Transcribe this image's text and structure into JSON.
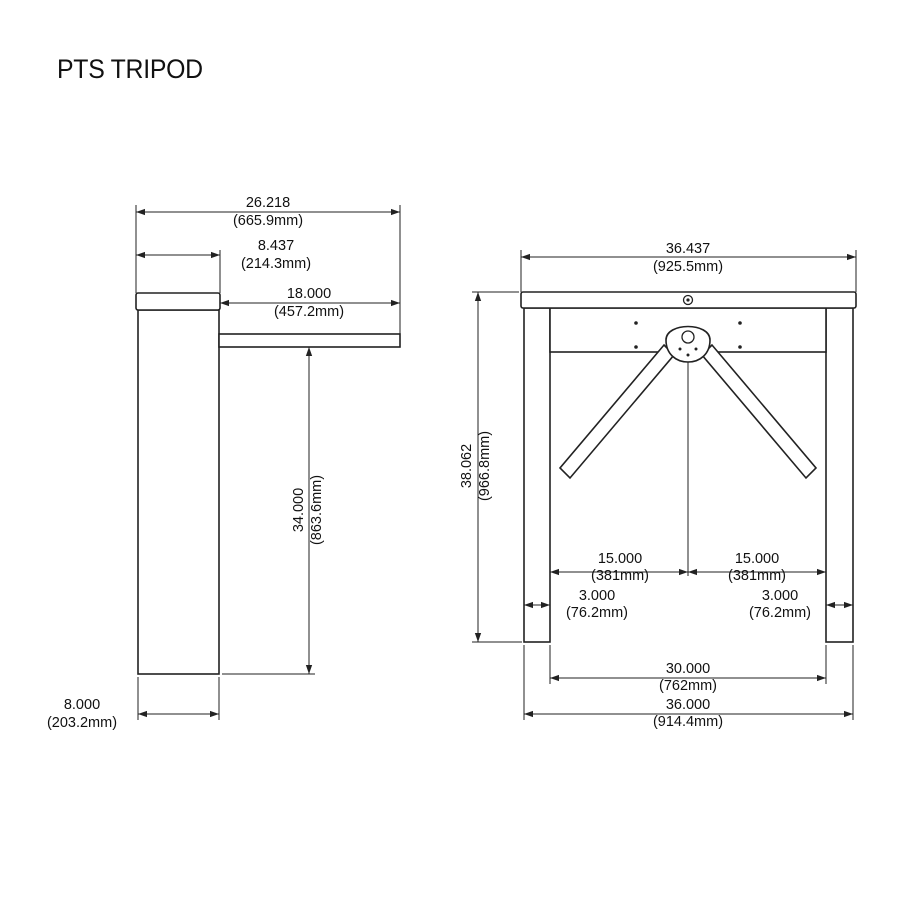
{
  "title": "PTS TRIPOD",
  "side_view": {
    "overall_width": {
      "value": "26.218",
      "metric": "(665.9mm)"
    },
    "top_cap_width": {
      "value": "8.437",
      "metric": "(214.3mm)"
    },
    "arm_length": {
      "value": "18.000",
      "metric": "(457.2mm)"
    },
    "arm_height": {
      "value": "34.000",
      "metric": "(863.6mm)"
    },
    "cabinet_width": {
      "value": "8.000",
      "metric": "(203.2mm)"
    }
  },
  "front_view": {
    "overall_width": {
      "value": "36.437",
      "metric": "(925.5mm)"
    },
    "overall_height": {
      "value": "38.062",
      "metric": "(966.8mm)"
    },
    "half_span_left": {
      "value": "15.000",
      "metric": "(381mm)"
    },
    "half_span_right": {
      "value": "15.000",
      "metric": "(381mm)"
    },
    "leg_left": {
      "value": "3.000",
      "metric": "(76.2mm)"
    },
    "leg_right": {
      "value": "3.000",
      "metric": "(76.2mm)"
    },
    "inner_span": {
      "value": "30.000",
      "metric": "(762mm)"
    },
    "leg_span": {
      "value": "36.000",
      "metric": "(914.4mm)"
    }
  }
}
